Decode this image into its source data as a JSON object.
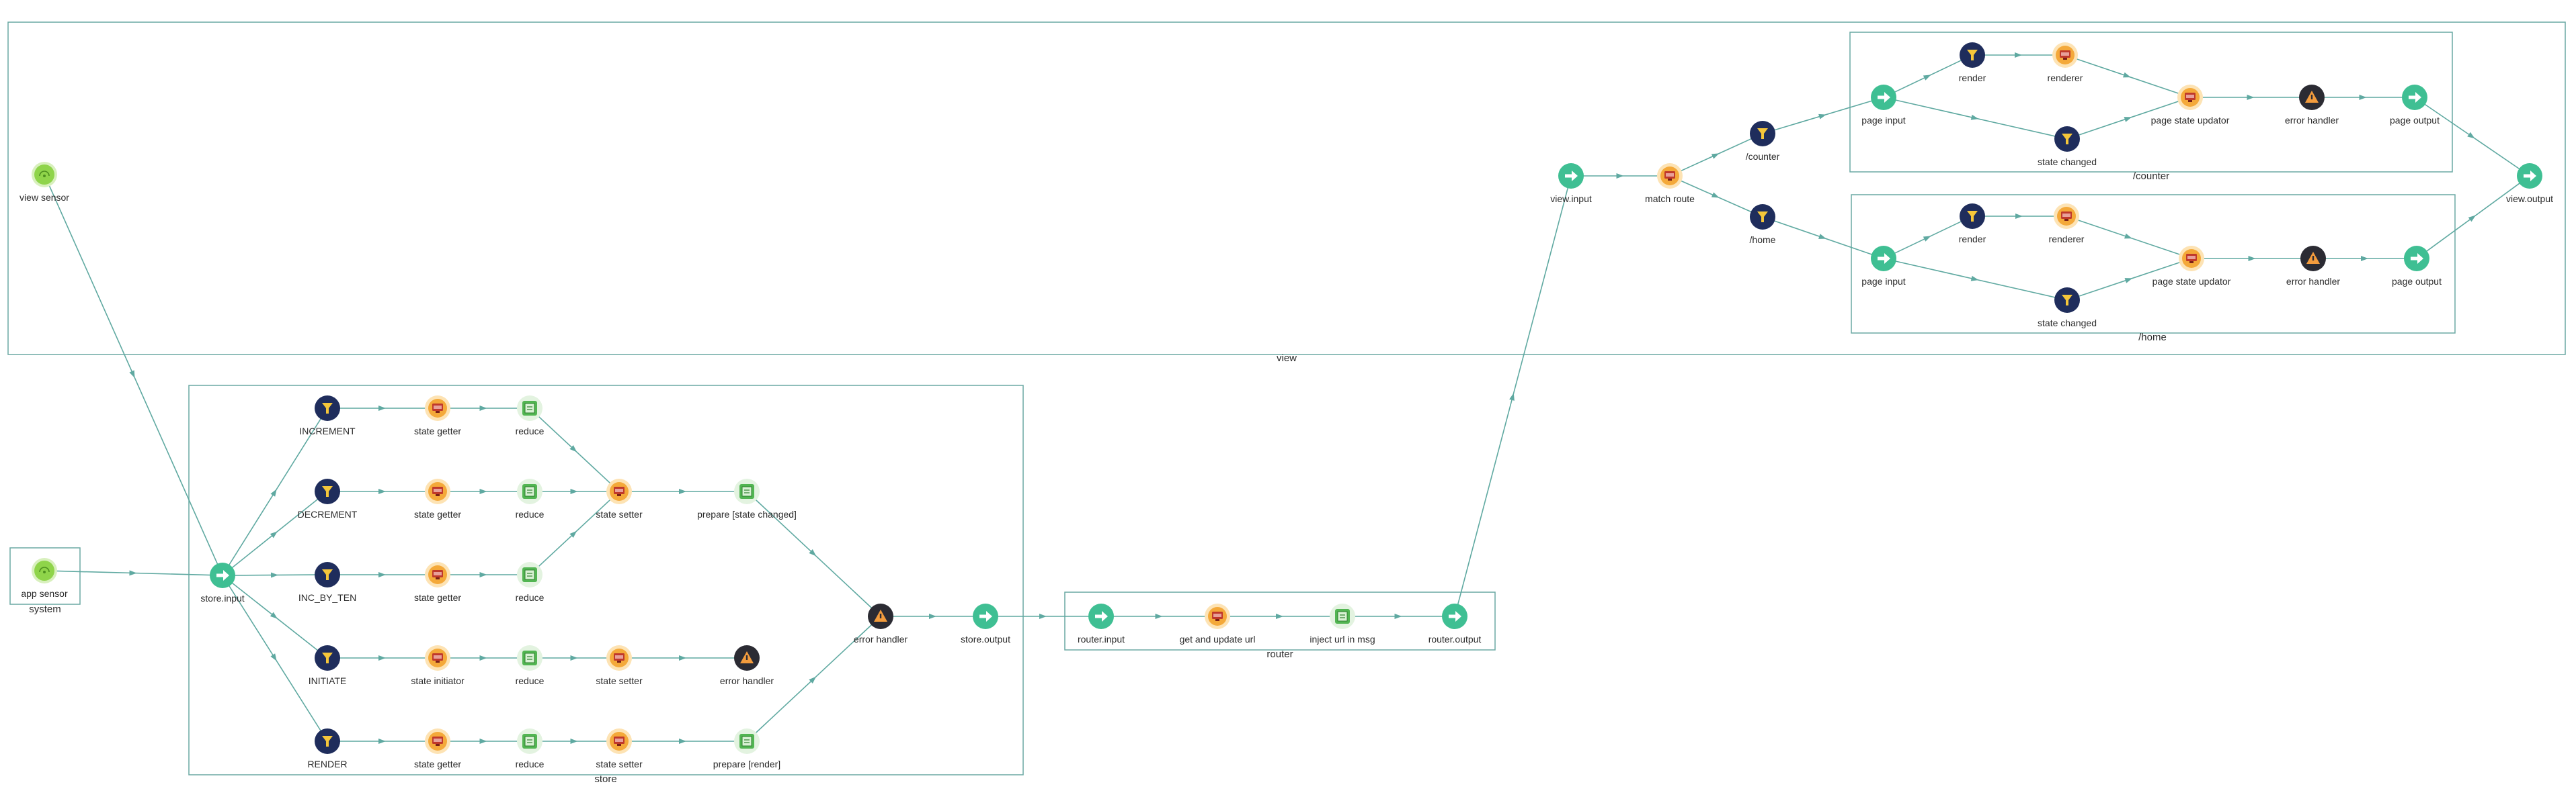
{
  "colors": {
    "edge": "#5fa9a1",
    "group_border": "#6aa9a3",
    "input_output": "#3fbf93",
    "filter": "#1f2d5c",
    "function": "#f4a93a",
    "template": "#52b552",
    "error": "#2b2b33",
    "sensor": "#8fd44a"
  },
  "groups": {
    "view": "view",
    "counter": "/counter",
    "home": "/home",
    "store": "store",
    "system": "system",
    "router": "router"
  },
  "nodes": {
    "view_sensor": {
      "label": "view sensor",
      "icon": "sensor-icon"
    },
    "app_sensor": {
      "label": "app sensor",
      "icon": "sensor-icon"
    },
    "view_input": {
      "label": "view.input",
      "icon": "arrow-right-icon"
    },
    "match_route": {
      "label": "match route",
      "icon": "function-icon"
    },
    "route_counter": {
      "label": "/counter",
      "icon": "filter-icon"
    },
    "route_home": {
      "label": "/home",
      "icon": "filter-icon"
    },
    "c_page_input": {
      "label": "page input",
      "icon": "arrow-right-icon"
    },
    "c_render": {
      "label": "render",
      "icon": "filter-icon"
    },
    "c_renderer": {
      "label": "renderer",
      "icon": "function-icon"
    },
    "c_state_changed": {
      "label": "state changed",
      "icon": "filter-icon"
    },
    "c_page_state_updator": {
      "label": "page state updator",
      "icon": "function-icon"
    },
    "c_error_handler": {
      "label": "error handler",
      "icon": "warning-icon"
    },
    "c_page_output": {
      "label": "page output",
      "icon": "arrow-right-icon"
    },
    "h_page_input": {
      "label": "page input",
      "icon": "arrow-right-icon"
    },
    "h_render": {
      "label": "render",
      "icon": "filter-icon"
    },
    "h_renderer": {
      "label": "renderer",
      "icon": "function-icon"
    },
    "h_state_changed": {
      "label": "state changed",
      "icon": "filter-icon"
    },
    "h_page_state_updator": {
      "label": "page state updator",
      "icon": "function-icon"
    },
    "h_error_handler": {
      "label": "error handler",
      "icon": "warning-icon"
    },
    "h_page_output": {
      "label": "page output",
      "icon": "arrow-right-icon"
    },
    "view_output": {
      "label": "view.output",
      "icon": "arrow-right-icon"
    },
    "store_input": {
      "label": "store.input",
      "icon": "arrow-right-icon"
    },
    "increment": {
      "label": "INCREMENT",
      "icon": "filter-icon"
    },
    "decrement": {
      "label": "DECREMENT",
      "icon": "filter-icon"
    },
    "inc_by_ten": {
      "label": "INC_BY_TEN",
      "icon": "filter-icon"
    },
    "initiate": {
      "label": "INITIATE",
      "icon": "filter-icon"
    },
    "render": {
      "label": "RENDER",
      "icon": "filter-icon"
    },
    "sg1": {
      "label": "state getter",
      "icon": "function-icon"
    },
    "sg2": {
      "label": "state getter",
      "icon": "function-icon"
    },
    "sg3": {
      "label": "state getter",
      "icon": "function-icon"
    },
    "si4": {
      "label": "state initiator",
      "icon": "function-icon"
    },
    "sg5": {
      "label": "state getter",
      "icon": "function-icon"
    },
    "r1": {
      "label": "reduce",
      "icon": "template-icon"
    },
    "r2": {
      "label": "reduce",
      "icon": "template-icon"
    },
    "r3": {
      "label": "reduce",
      "icon": "template-icon"
    },
    "r4": {
      "label": "reduce",
      "icon": "template-icon"
    },
    "r5": {
      "label": "reduce",
      "icon": "template-icon"
    },
    "ss_main": {
      "label": "state setter",
      "icon": "function-icon"
    },
    "ss4": {
      "label": "state setter",
      "icon": "function-icon"
    },
    "ss5": {
      "label": "state setter",
      "icon": "function-icon"
    },
    "prep_changed": {
      "label": "prepare [state changed]",
      "icon": "template-icon"
    },
    "prep_render": {
      "label": "prepare [render]",
      "icon": "template-icon"
    },
    "eh4": {
      "label": "error handler",
      "icon": "warning-icon"
    },
    "store_eh": {
      "label": "error handler",
      "icon": "warning-icon"
    },
    "store_output": {
      "label": "store.output",
      "icon": "arrow-right-icon"
    },
    "router_input": {
      "label": "router.input",
      "icon": "arrow-right-icon"
    },
    "get_update_url": {
      "label": "get and update url",
      "icon": "function-icon"
    },
    "inject_url": {
      "label": "inject url in msg",
      "icon": "template-icon"
    },
    "router_output": {
      "label": "router.output",
      "icon": "arrow-right-icon"
    }
  }
}
